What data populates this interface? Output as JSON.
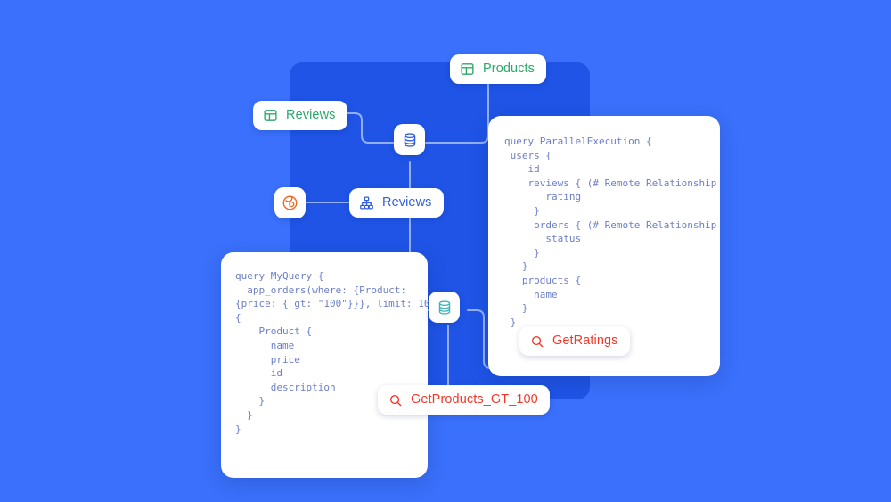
{
  "canvas": {
    "background_color": "#3a70fb",
    "panel_color": "#1f54e6",
    "connector_color": "#9db8f9"
  },
  "nodes": [
    {
      "id": "products-table",
      "label": "Products",
      "icon": "table-icon",
      "accent": "#2aa86a",
      "kind": "table"
    },
    {
      "id": "reviews-table",
      "label": "Reviews",
      "icon": "table-icon",
      "accent": "#2aa86a",
      "kind": "table"
    },
    {
      "id": "database-top",
      "label": "",
      "icon": "database-icon",
      "accent": "#2f5fe0",
      "kind": "database"
    },
    {
      "id": "service-logo",
      "label": "",
      "icon": "graphql-service-icon",
      "accent": "#f4641e",
      "kind": "service"
    },
    {
      "id": "reviews-schema",
      "label": "Reviews",
      "icon": "schema-hierarchy-icon",
      "accent": "#2f5fe0",
      "kind": "schema"
    },
    {
      "id": "database-bottom",
      "label": "",
      "icon": "database-icon",
      "accent": "#3fb6b6",
      "kind": "database"
    },
    {
      "id": "get-ratings",
      "label": "GetRatings",
      "icon": "search-icon",
      "accent": "#f0392b",
      "kind": "query"
    },
    {
      "id": "get-products",
      "label": "GetProducts_GT_100",
      "icon": "search-icon",
      "accent": "#f0392b",
      "kind": "query"
    }
  ],
  "code_cards": {
    "left": {
      "name": "my-query-card",
      "text": "query MyQuery {\n  app_orders(where: {Product:\n{price: {_gt: \"100\"}}}, limit: 10)\n{\n    Product {\n      name\n      price\n      id\n      description\n    }\n  }\n}"
    },
    "right": {
      "name": "parallel-execution-card",
      "text": "query ParallelExecution {\n users {\n    id\n    reviews { (# Remote Relationship\n       rating\n     }\n     orders { (# Remote Relationship\n       status\n     }\n   }\n   products {\n     name\n   }\n }"
    }
  }
}
